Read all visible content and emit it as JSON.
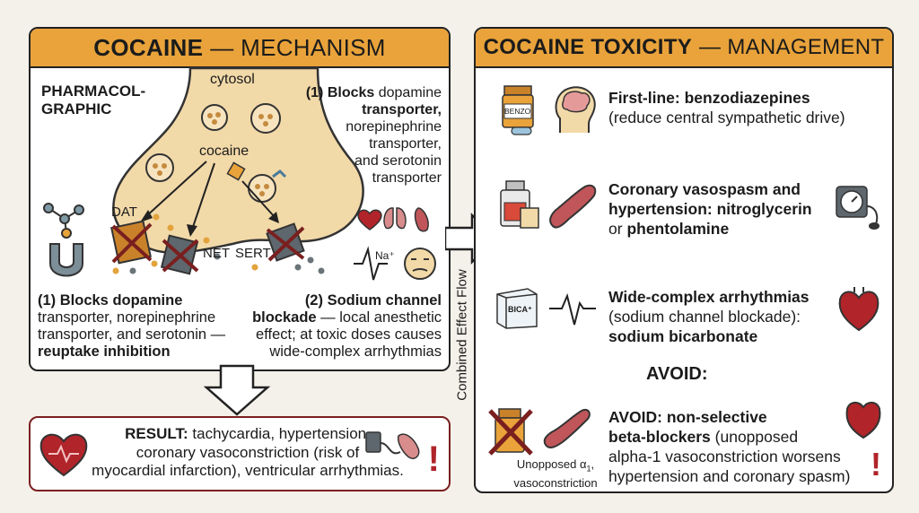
{
  "mechanism": {
    "title_bold": "COCAINE",
    "title_rest": "— MECHANISM",
    "pharm_label_1": "PHARMACOL-",
    "pharm_label_2": "GRAPHIC",
    "cytosol": "cytosol",
    "cocaine": "cocaine",
    "dat": "DAT",
    "net": "NET",
    "sert": "SERT",
    "na": "Na⁺",
    "blocks_top_b1": "(1) Blocks",
    "blocks_top_t1": " dopamine",
    "blocks_top_b2": "transporter,",
    "blocks_top_l3": "norepinephrine",
    "blocks_top_l4": "transporter,",
    "blocks_top_l5": "and serotonin",
    "blocks_top_l6": "transporter",
    "blocks_left_b": "(1) Blocks dopamine",
    "blocks_left_l2": "transporter, norepinephrine",
    "blocks_left_l3": "transporter, and serotonin —",
    "blocks_left_b4": "reuptake inhibition",
    "sodium_b1": "(2) Sodium channel",
    "sodium_b2": "blockade",
    "sodium_t2": " — local anesthetic",
    "sodium_l3": "effect; at toxic doses causes",
    "sodium_l4": "wide-complex arrhythmias"
  },
  "result": {
    "label": "RESULT:",
    "l1": " tachycardia, hypertension,",
    "l2": "coronary vasoconstriction (risk of",
    "l3": "myocardial infarction), ventricular arrhythmias."
  },
  "flow_label": "Combined Effect Flow",
  "management": {
    "title_bold": "COCAINE TOXICITY",
    "title_rest": "— MANAGEMENT",
    "benzo_icon": "BENZO",
    "bica_icon": "BICA⁺",
    "first_b": "First-line: benzodiazepines",
    "first_l2": "(reduce central sympathetic drive)",
    "coronary_b1": "Coronary vasospasm and",
    "coronary_b2": "hypertension: nitroglycerin",
    "coronary_t3": "or ",
    "coronary_b3": "phentolamine",
    "wide_b1": "Wide-complex arrhythmias",
    "wide_l2": "(sodium channel blockade):",
    "wide_b3": "sodium bicarbonate",
    "avoid_heading": "AVOID:",
    "avoid_b1": "AVOID: non-selective",
    "avoid_b2": "beta-blockers",
    "avoid_t2": " (unopposed",
    "avoid_l3": "alpha-1 vasoconstriction worsens",
    "avoid_l4": "hypertension and coronary spasm)",
    "unopposed_1": "Unopposed α",
    "unopposed_sub": "1",
    "unopposed_2": "vasoconstriction"
  },
  "colors": {
    "header": "#e9a33a",
    "danger": "#b0242a",
    "neuron": "#f2d9a8"
  }
}
